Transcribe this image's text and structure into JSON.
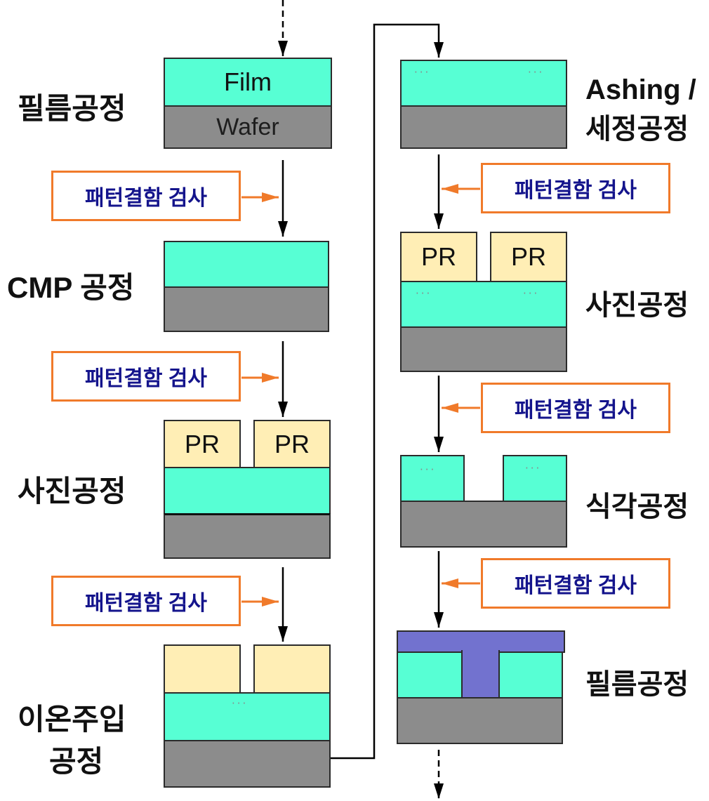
{
  "colors": {
    "film_layer": "#57ffd4",
    "wafer_layer": "#8c8c8c",
    "photoresist": "#ffeeb5",
    "metal_fill": "#7272cf",
    "inspection_accent": "#f07a2a",
    "inspection_text": "#14148c",
    "flow_arrow": "#000000"
  },
  "left_column": {
    "film_process": {
      "label": "필름공정",
      "film_text": "Film",
      "wafer_text": "Wafer"
    },
    "inspection_1": "패턴결함 검사",
    "cmp_process": {
      "label": "CMP 공정"
    },
    "inspection_2": "패턴결함 검사",
    "photo_process": {
      "label": "사진공정",
      "pr_left": "PR",
      "pr_right": "PR"
    },
    "inspection_3": "패턴결함 검사",
    "ion_implant_process": {
      "label_line1": "이온주입",
      "label_line2": "공정",
      "implant_marks": "···"
    }
  },
  "right_column": {
    "ashing_clean_process": {
      "label_line1": "Ashing /",
      "label_line2": "세정공정",
      "marks_left": "···",
      "marks_right": "···"
    },
    "inspection_4": "패턴결함 검사",
    "photo_process": {
      "label": "사진공정",
      "pr_left": "PR",
      "pr_right": "PR",
      "marks_left": "···",
      "marks_right": "···"
    },
    "inspection_5": "패턴결함 검사",
    "etch_process": {
      "label": "식각공정",
      "marks_left": "···",
      "marks_right": "···"
    },
    "inspection_6": "패턴결함 검사",
    "film_process": {
      "label": "필름공정"
    }
  }
}
